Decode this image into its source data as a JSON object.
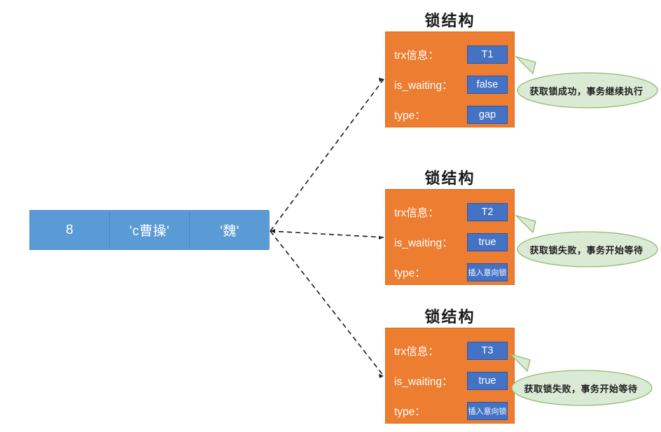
{
  "record": {
    "name": "clustered-index-record",
    "cells": [
      "8",
      "'c曹操'",
      "'魏'"
    ]
  },
  "lock_structures": [
    {
      "title": "锁结构",
      "fields": [
        {
          "label": "trx信息：",
          "value": "T1",
          "small": false
        },
        {
          "label": "is_waiting：",
          "value": "false",
          "small": false
        },
        {
          "label": "type：",
          "value": "gap",
          "small": false
        }
      ],
      "callout": "获取锁成功，事务继续执行"
    },
    {
      "title": "锁结构",
      "fields": [
        {
          "label": "trx信息：",
          "value": "T2",
          "small": false
        },
        {
          "label": "is_waiting：",
          "value": "true",
          "small": false
        },
        {
          "label": "type：",
          "value": "插入意向锁",
          "small": true
        }
      ],
      "callout": "获取锁失败，事务开始等待"
    },
    {
      "title": "锁结构",
      "fields": [
        {
          "label": "trx信息：",
          "value": "T3",
          "small": false
        },
        {
          "label": "is_waiting：",
          "value": "true",
          "small": false
        },
        {
          "label": "type：",
          "value": "插入意向锁",
          "small": true
        }
      ],
      "callout": "获取锁失败，事务开始等待"
    }
  ],
  "colors": {
    "record_fill": "#5B9BD5",
    "lock_fill": "#ED7D31",
    "value_fill": "#4472C4",
    "callout_fill": "#DBEAD5",
    "callout_stroke": "#8FBC6C",
    "connector": "#1a1a1a"
  }
}
